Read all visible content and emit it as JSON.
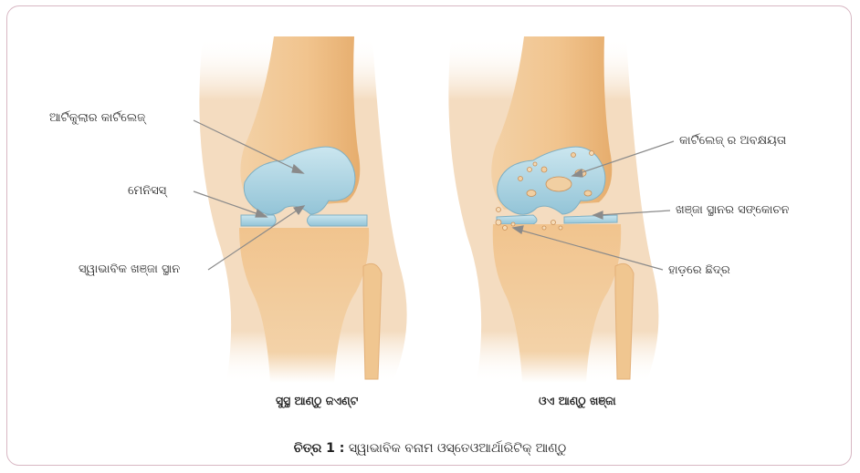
{
  "figure": {
    "number_label": "ଚିତ୍ର 1 :",
    "title": "ସ୍ୱାଭାବିକ ବନାମ ଓସ୍ତେଓଆର୍ଥାରିଟିକ୍ ଆଣ୍ଠୁ"
  },
  "left_knee": {
    "caption": "ସୁସ୍ଥ ଆଣ୍ଠୁ ଜଏଣ୍ଟ",
    "labels": {
      "articular_cartilage": "ଆର୍ଟିକୁଲାର କାର୍ଟିଲେଜ୍",
      "meniscus": "ମେନିସସ୍",
      "normal_joint_space": "ସ୍ୱାଭାବିକ ଖଞ୍ଜା ସ୍ଥାନ"
    }
  },
  "right_knee": {
    "caption": "ଓଏ ଆଣ୍ଠୁ ଖଞ୍ଜା",
    "labels": {
      "cartilage_degeneration": "କାର୍ଟିଲେଜ୍ ର ଅବକ୍ଷୟତା",
      "joint_space_narrowing": "ଖଞ୍ଜା ସ୍ଥାନର ସଙ୍କୋଚନ",
      "bone_spurs": "ହାଡ଼ରେ ଛିଦ୍ର"
    }
  },
  "colors": {
    "skin": "#f4dcc0",
    "bone": "#f1c48e",
    "cartilage": "#a9d3e2",
    "frame_border": "#d8b7c3",
    "leader_line": "#8a8a8a"
  }
}
